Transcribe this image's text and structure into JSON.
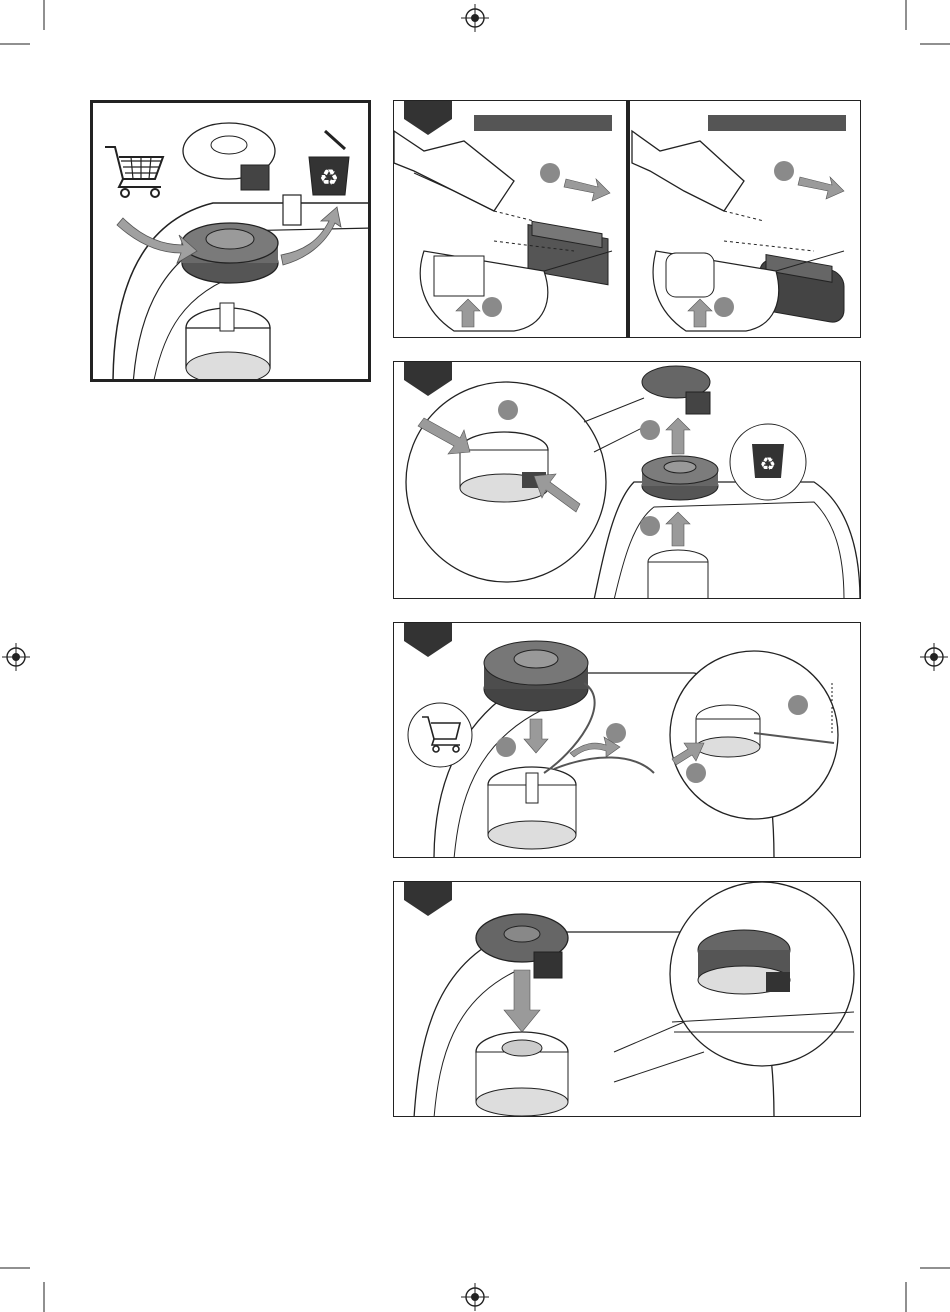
{
  "page": {
    "width": 950,
    "height": 1312
  },
  "colors": {
    "line": "#222222",
    "dark_part": "#4d4d4d",
    "mid_grey": "#8a8a8a",
    "arrow_grey": "#a0a0a0",
    "panel_frame": "#333333"
  },
  "icons": {
    "reg_mark": "registration-crosshair-icon",
    "cart": "shopping-cart-icon",
    "recycle": "recycle-bin-icon"
  },
  "panels": {
    "overview": {
      "name": "spool-replacement-overview"
    },
    "step1": {
      "name": "remove-battery-step",
      "subpanels": [
        "battery-type-a",
        "battery-type-b"
      ]
    },
    "step2": {
      "name": "remove-spool-cap-step"
    },
    "step3": {
      "name": "insert-new-spool-step"
    },
    "step4": {
      "name": "refit-spool-cap-step"
    }
  }
}
